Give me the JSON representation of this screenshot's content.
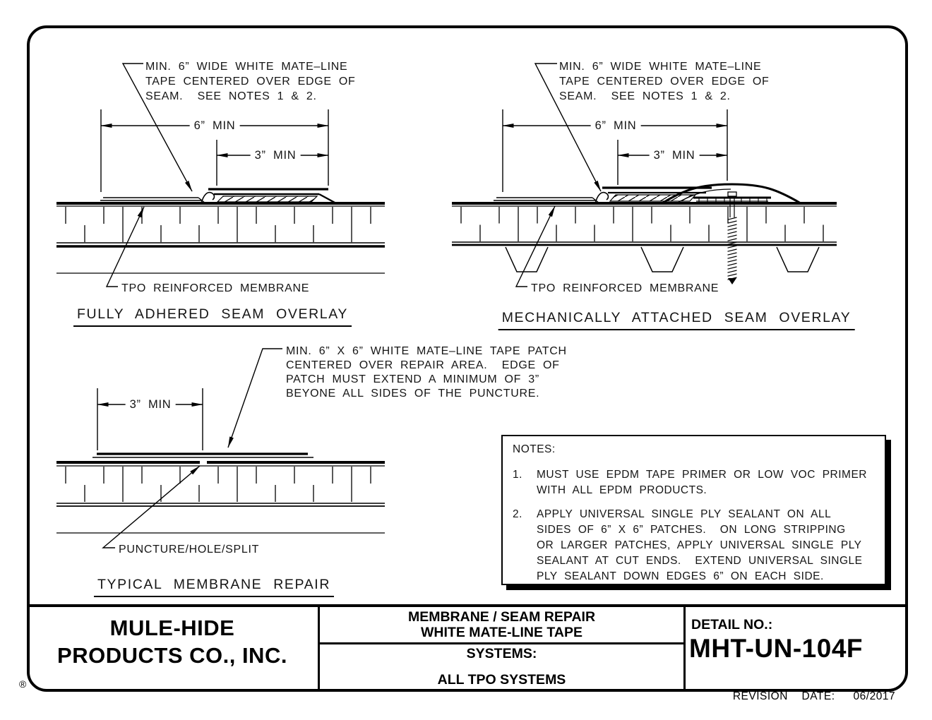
{
  "page": {
    "registered_mark": "®"
  },
  "colors": {
    "line": "#000000",
    "background": "#ffffff"
  },
  "diagrams": {
    "fully_adhered": {
      "callout": [
        "MIN. 6” WIDE WHITE MATE–LINE",
        "TAPE CENTERED OVER EDGE OF",
        "SEAM.  SEE NOTES 1 & 2."
      ],
      "dim_6": "6” MIN",
      "dim_3": "3” MIN",
      "membrane_label": "TPO REINFORCED MEMBRANE",
      "title": "FULLY ADHERED SEAM OVERLAY"
    },
    "mechanically_attached": {
      "callout": [
        "MIN. 6” WIDE WHITE MATE–LINE",
        "TAPE CENTERED OVER EDGE OF",
        "SEAM.  SEE NOTES 1 & 2."
      ],
      "dim_6": "6” MIN",
      "dim_3": "3” MIN",
      "membrane_label": "TPO REINFORCED MEMBRANE",
      "title": "MECHANICALLY ATTACHED SEAM OVERLAY"
    },
    "membrane_repair": {
      "callout": [
        "MIN. 6” X 6” WHITE MATE–LINE TAPE PATCH",
        "CENTERED OVER REPAIR AREA.  EDGE OF",
        "PATCH MUST EXTEND A MINIMUM OF 3”",
        "BEYONE ALL SIDES OF THE PUNCTURE."
      ],
      "dim_3": "3” MIN",
      "puncture_label": "PUNCTURE/HOLE/SPLIT",
      "title": "TYPICAL MEMBRANE REPAIR"
    }
  },
  "notes": {
    "heading": "NOTES:",
    "items": [
      {
        "num": "1.",
        "lines": [
          "MUST USE EPDM TAPE PRIMER OR LOW VOC PRIMER",
          "WITH ALL EPDM PRODUCTS."
        ]
      },
      {
        "num": "2.",
        "lines": [
          "APPLY UNIVERSAL SINGLE PLY SEALANT ON ALL",
          "SIDES OF 6” X 6” PATCHES.  ON LONG STRIPPING",
          "OR LARGER PATCHES, APPLY UNIVERSAL SINGLE PLY",
          "SEALANT AT CUT ENDS.  EXTEND UNIVERSAL SINGLE",
          "PLY SEALANT DOWN EDGES 6” ON EACH SIDE."
        ]
      }
    ]
  },
  "title_block": {
    "company_line1": "MULE-HIDE",
    "company_line2": "PRODUCTS CO., INC.",
    "subject_line1": "MEMBRANE / SEAM REPAIR",
    "subject_line2": "WHITE MATE-LINE TAPE",
    "systems_label": "SYSTEMS:",
    "systems_value": "ALL TPO SYSTEMS",
    "detail_no_label": "DETAIL NO.:",
    "detail_no": "MHT-UN-104F",
    "revision_label": "REVISION  DATE:",
    "revision_date": "06/2017"
  }
}
